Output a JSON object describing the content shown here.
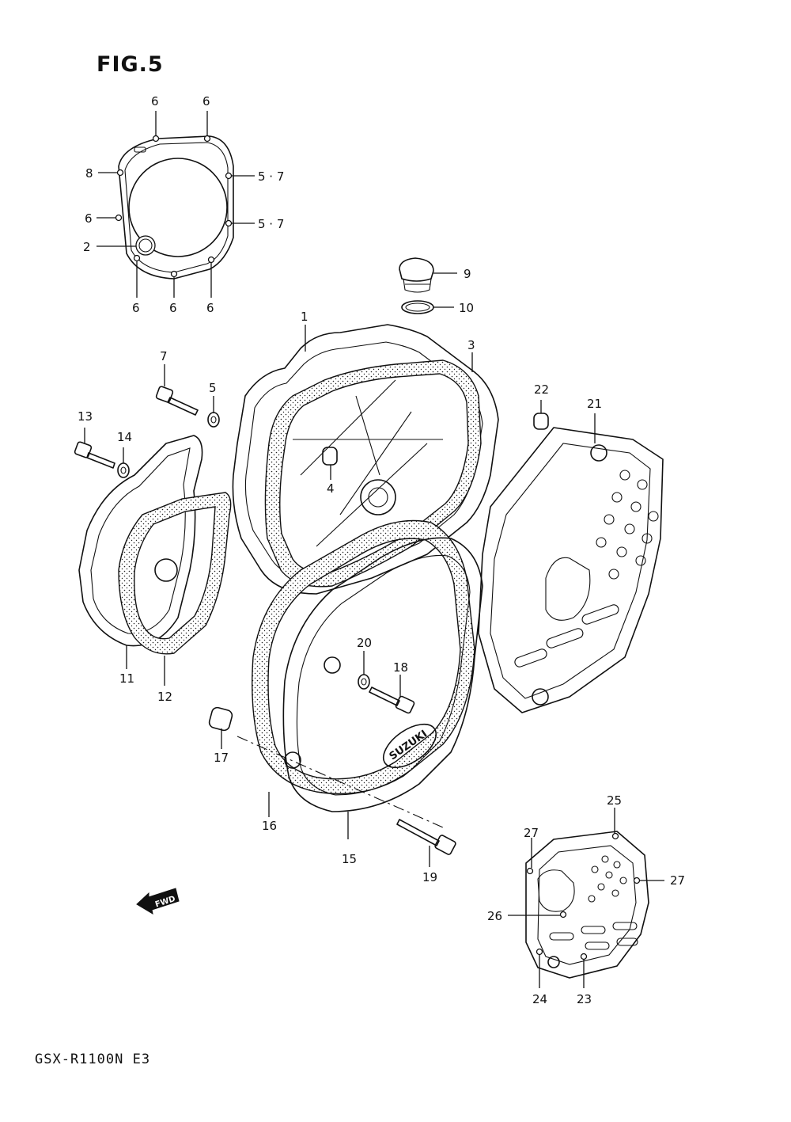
{
  "figure": {
    "title": "FIG.5",
    "model": "GSX-R1100N E3"
  },
  "fwd_marker": "FWD",
  "logo_text": "SUZUKI",
  "callouts": [
    {
      "id": "c6a",
      "text": "6"
    },
    {
      "id": "c6b",
      "text": "6"
    },
    {
      "id": "c8",
      "text": "8"
    },
    {
      "id": "c57a",
      "text": "5 · 7"
    },
    {
      "id": "c6c",
      "text": "6"
    },
    {
      "id": "c57b",
      "text": "5 · 7"
    },
    {
      "id": "c2",
      "text": "2"
    },
    {
      "id": "c6d",
      "text": "6"
    },
    {
      "id": "c6e",
      "text": "6"
    },
    {
      "id": "c6f",
      "text": "6"
    },
    {
      "id": "c9",
      "text": "9"
    },
    {
      "id": "c10",
      "text": "10"
    },
    {
      "id": "c1",
      "text": "1"
    },
    {
      "id": "c3",
      "text": "3"
    },
    {
      "id": "c7",
      "text": "7"
    },
    {
      "id": "c5",
      "text": "5"
    },
    {
      "id": "c13",
      "text": "13"
    },
    {
      "id": "c14",
      "text": "14"
    },
    {
      "id": "c4",
      "text": "4"
    },
    {
      "id": "c22",
      "text": "22"
    },
    {
      "id": "c21",
      "text": "21"
    },
    {
      "id": "c11",
      "text": "11"
    },
    {
      "id": "c12",
      "text": "12"
    },
    {
      "id": "c20",
      "text": "20"
    },
    {
      "id": "c18",
      "text": "18"
    },
    {
      "id": "c17",
      "text": "17"
    },
    {
      "id": "c16",
      "text": "16"
    },
    {
      "id": "c15",
      "text": "15"
    },
    {
      "id": "c19",
      "text": "19"
    },
    {
      "id": "c25",
      "text": "25"
    },
    {
      "id": "c27a",
      "text": "27"
    },
    {
      "id": "c27b",
      "text": "27"
    },
    {
      "id": "c26",
      "text": "26"
    },
    {
      "id": "c24",
      "text": "24"
    },
    {
      "id": "c23",
      "text": "23"
    }
  ]
}
